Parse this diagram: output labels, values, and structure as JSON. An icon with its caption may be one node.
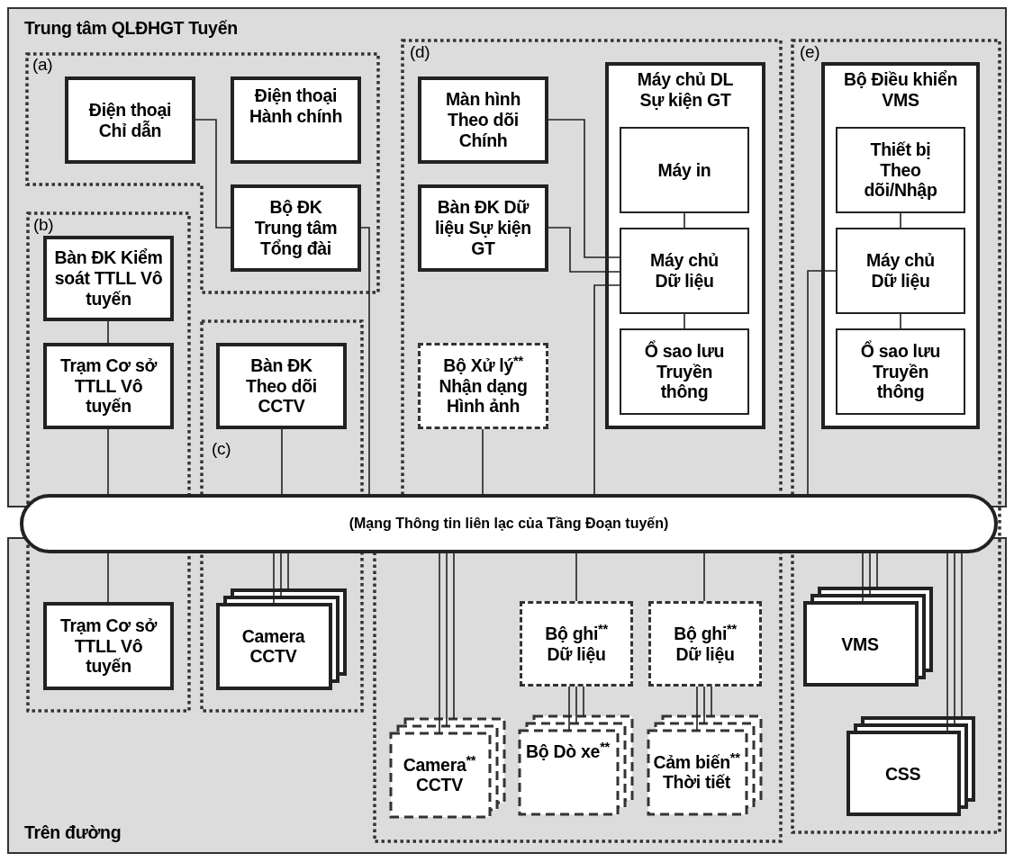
{
  "diagram": {
    "nodes": [
      {
        "text": [
          "(a)"
        ]
      },
      {
        "text": [
          "Điện thoại Chỉ dẫn"
        ],
        "in": 0
      },
      {
        "text": [
          "Điện thoại Hành chính"
        ],
        "in": 0
      },
      {
        "text": [
          "Bộ ĐK Trung tâm Tổng đài"
        ],
        "in": 0
      },
      {
        "text": [
          "(b)"
        ]
      },
      {
        "text": [
          "Bàn ĐK Kiểm soát TTLL Vô tuyến"
        ],
        "in": 4
      },
      {
        "text": [
          "Trạm Cơ sở TTLL Vô tuyến"
        ],
        "in": 4
      },
      {
        "text": [
          "(c)"
        ]
      },
      {
        "text": [
          "Bàn ĐK Theo dõi CCTV"
        ],
        "in": 7
      },
      {
        "text": [
          "(d)"
        ]
      },
      {
        "text": [
          "Màn hình Theo dõi Chính"
        ],
        "in": 9
      },
      {
        "text": [
          "Bàn ĐK Dữ liệu Sự kiện GT"
        ],
        "in": 9
      },
      {
        "text": [
          "Bộ Xử lý$^{**}$ Nhận dạng Hình ảnh"
        ],
        "in": 9
      },
      {
        "text": [
          "Máy chủ DL Sự kiện GT"
        ],
        "in": 9
      },
      {
        "text": [
          "Máy in"
        ],
        "in": 13
      },
      {
        "text": [
          "Máy chủ Dữ liệu"
        ],
        "in": 13
      },
      {
        "text": [
          "Ổ sao lưu Truyền thông"
        ],
        "in": 13
      },
      {
        "text": [
          "(e)"
        ]
      },
      {
        "text": [
          "Bộ Điều khiển VMS"
        ],
        "in": 17
      },
      {
        "text": [
          "Thiết bị Theo dõi/Nhập"
        ],
        "in": 18
      },
      {
        "text": [
          "Máy chủ Dữ liệu"
        ],
        "in": 18
      },
      {
        "text": [
          "Ổ sao lưu Truyền thông"
        ],
        "in": 18
      },
      {
        "text": [
          "(Mạng Thông tin liên lạc của Tầng Đoạn tuyến)"
        ]
      },
      {
        "text": [
          "Trạm Cơ sở TTLL Vô tuyến"
        ],
        "in": 4
      },
      {
        "text": [
          "Camera CCTV"
        ],
        "in": 7
      },
      {
        "text": [
          "Camera$^{**}$ CCTV"
        ],
        "in": 9
      },
      {
        "text": [
          "Bộ ghi$^{**}$ Dữ liệu"
        ],
        "in": 9
      },
      {
        "text": [
          "Bộ ghi$^{**}$ Dữ liệu"
        ],
        "in": 9
      },
      {
        "text": [
          "Bộ Dò xe$^{**}$"
        ],
        "in": 9
      },
      {
        "text": [
          "Cảm biến$^{**}$ Thời tiết"
        ],
        "in": 9
      },
      {
        "text": [
          "VMS"
        ],
        "in": 17
      },
      {
        "text": [
          "CSS"
        ],
        "in": 17
      }
    ],
    "edges": [
      {
        "from": 1,
        "to": 3,
        "arrow": "none"
      },
      {
        "from": 5,
        "to": 6,
        "arrow": "none"
      },
      {
        "from": 10,
        "to": 15,
        "arrow": "none"
      },
      {
        "from": 11,
        "to": 15,
        "arrow": "none"
      },
      {
        "from": 14,
        "to": 15,
        "arrow": "none"
      },
      {
        "from": 15,
        "to": 16,
        "arrow": "none"
      },
      {
        "from": 19,
        "to": 20,
        "arrow": "none"
      },
      {
        "from": 20,
        "to": 21,
        "arrow": "none"
      },
      {
        "from": 6,
        "to": 22,
        "arrow": "none"
      },
      {
        "from": 8,
        "to": 22,
        "arrow": "none"
      },
      {
        "from": 3,
        "to": 22,
        "arrow": "none"
      },
      {
        "from": 12,
        "to": 22,
        "arrow": "none"
      },
      {
        "from": 15,
        "to": 22,
        "arrow": "none"
      },
      {
        "from": 20,
        "to": 22,
        "arrow": "none"
      },
      {
        "from": 22,
        "to": 23,
        "arrow": "none"
      },
      {
        "from": 22,
        "to": 24,
        "arrow": "none"
      },
      {
        "from": 22,
        "to": 25,
        "arrow": "none"
      },
      {
        "from": 22,
        "to": 26,
        "arrow": "none"
      },
      {
        "from": 22,
        "to": 27,
        "arrow": "none"
      },
      {
        "from": 26,
        "to": 28,
        "arrow": "none"
      },
      {
        "from": 27,
        "to": 29,
        "arrow": "none"
      },
      {
        "from": 22,
        "to": 30,
        "arrow": "none"
      },
      {
        "from": 22,
        "to": 31,
        "arrow": "none"
      }
    ],
    "labels": [
      "Trung tâm QLĐHGT Tuyến",
      "Trên đường"
    ]
  }
}
